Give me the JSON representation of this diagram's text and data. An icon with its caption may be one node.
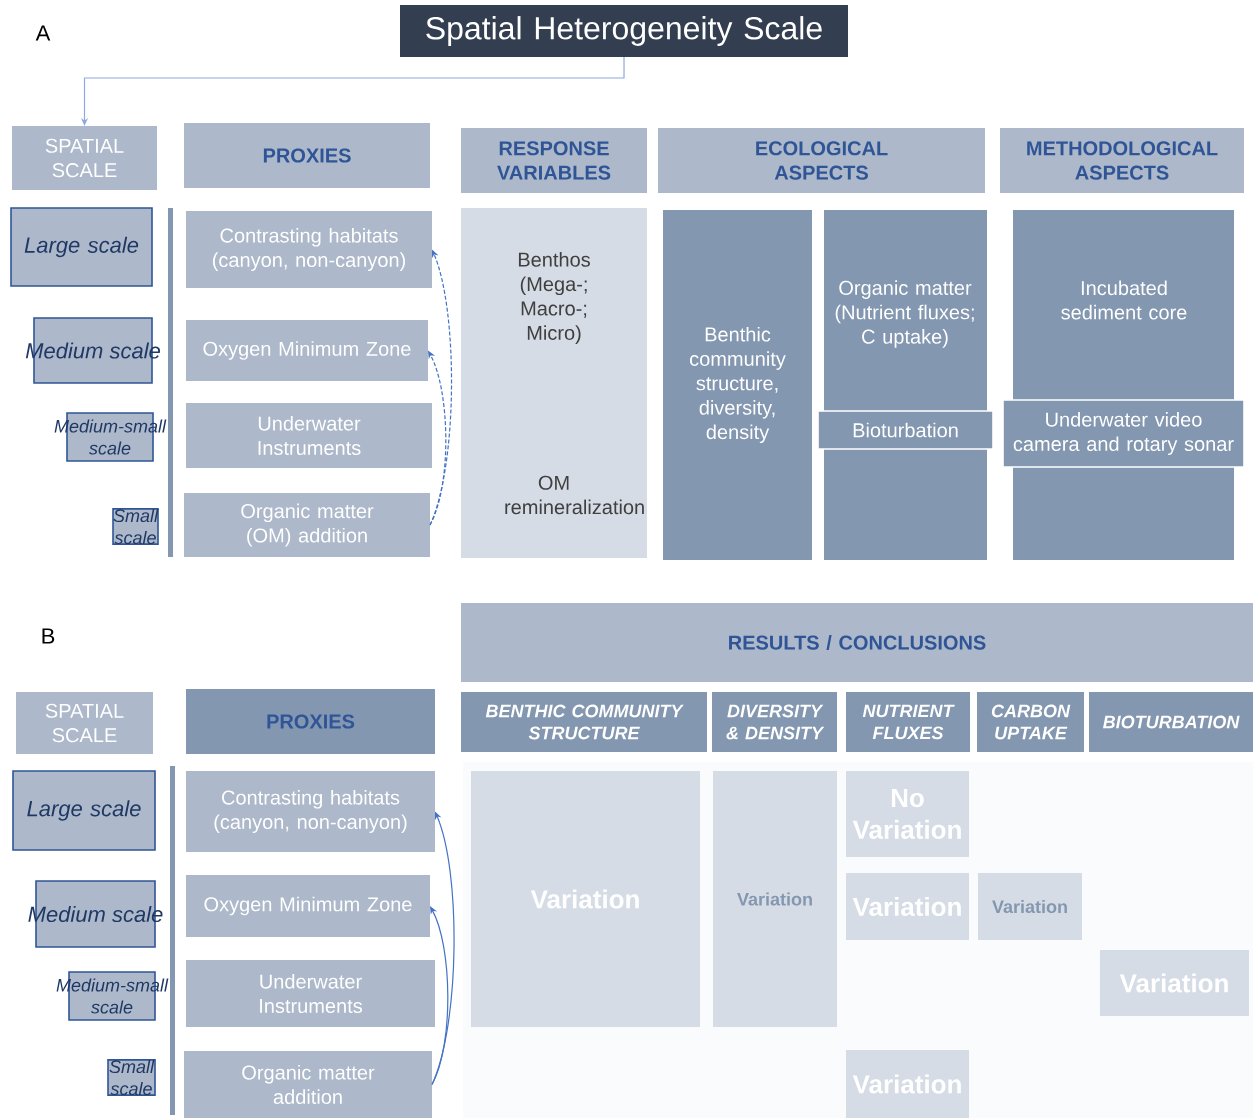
{
  "diagram": {
    "nodes": [
      {
        "text": [
          "Spatial Heterogeneity Scale"
        ]
      },
      {
        "text": [
          "SPATIAL SCALE"
        ]
      },
      {
        "text": [
          "PROXIES"
        ]
      },
      {
        "text": [
          "RESPONSE VARIABLES"
        ]
      },
      {
        "text": [
          "ECOLOGICAL ASPECTS"
        ]
      },
      {
        "text": [
          "METHODOLOGICAL ASPECTS"
        ]
      },
      {
        "text": [
          "Large scale"
        ]
      },
      {
        "text": [
          "Medium scale"
        ]
      },
      {
        "text": [
          "Medium-small scale"
        ]
      },
      {
        "text": [
          "Small scale"
        ]
      },
      {
        "text": [
          "Contrasting habitats (canyon, non-canyon)"
        ]
      },
      {
        "text": [
          "Oxygen Minimum Zone"
        ]
      },
      {
        "text": [
          "Underwater Instruments"
        ]
      },
      {
        "text": [
          "Organic matter (OM) addition"
        ]
      },
      {
        "text": [
          "Benthos (Mega-; Macro-; Micro)",
          "OM remineralization"
        ]
      },
      {
        "text": [
          "Benthic community structure, diversity, density"
        ]
      },
      {
        "text": [
          "Organic matter (Nutrient fluxes; C uptake)"
        ]
      },
      {
        "text": [
          "Bioturbation"
        ],
        "in": 16
      },
      {
        "text": [
          "Incubated sediment core"
        ]
      },
      {
        "text": [
          "Underwater video camera and rotary sonar"
        ]
      },
      {
        "text": [
          "SPATIAL SCALE"
        ]
      },
      {
        "text": [
          "PROXIES"
        ]
      },
      {
        "text": [
          "RESULTS / CONCLUSIONS"
        ]
      },
      {
        "text": [
          "BENTHIC COMMUNITY STRUCTURE"
        ]
      },
      {
        "text": [
          "DIVERSITY & DENSITY"
        ]
      },
      {
        "text": [
          "NUTRIENT FLUXES"
        ]
      },
      {
        "text": [
          "CARBON UPTAKE"
        ]
      },
      {
        "text": [
          "BIOTURBATION"
        ]
      },
      {
        "text": [
          "Large scale"
        ]
      },
      {
        "text": [
          "Medium scale"
        ]
      },
      {
        "text": [
          "Medium-small scale"
        ]
      },
      {
        "text": [
          "Small scale"
        ]
      },
      {
        "text": [
          "Contrasting habitats (canyon, non-canyon)"
        ]
      },
      {
        "text": [
          "Oxygen Minimum Zone"
        ]
      },
      {
        "text": [
          "Underwater Instruments"
        ]
      },
      {
        "text": [
          "Organic matter addition"
        ]
      },
      {
        "text": [
          "Variation"
        ]
      },
      {
        "text": [
          "Variation"
        ]
      },
      {
        "text": [
          "No Variation"
        ]
      },
      {
        "text": [
          "Variation"
        ]
      },
      {
        "text": [
          "Variation"
        ]
      },
      {
        "text": [
          "Variation"
        ]
      },
      {
        "text": [
          "Variation"
        ]
      }
    ],
    "edges": [
      {
        "from": 0,
        "to": 1,
        "arrow": "to",
        "color": "#8faadc"
      },
      {
        "from": 13,
        "to": 10,
        "arrow": "to",
        "style": "dashed"
      },
      {
        "from": 13,
        "to": 11,
        "arrow": "to",
        "style": "dashed"
      },
      {
        "from": 35,
        "to": 32,
        "arrow": "to"
      },
      {
        "from": 35,
        "to": 33,
        "arrow": "to"
      }
    ],
    "labels": [
      "A",
      "B"
    ]
  }
}
